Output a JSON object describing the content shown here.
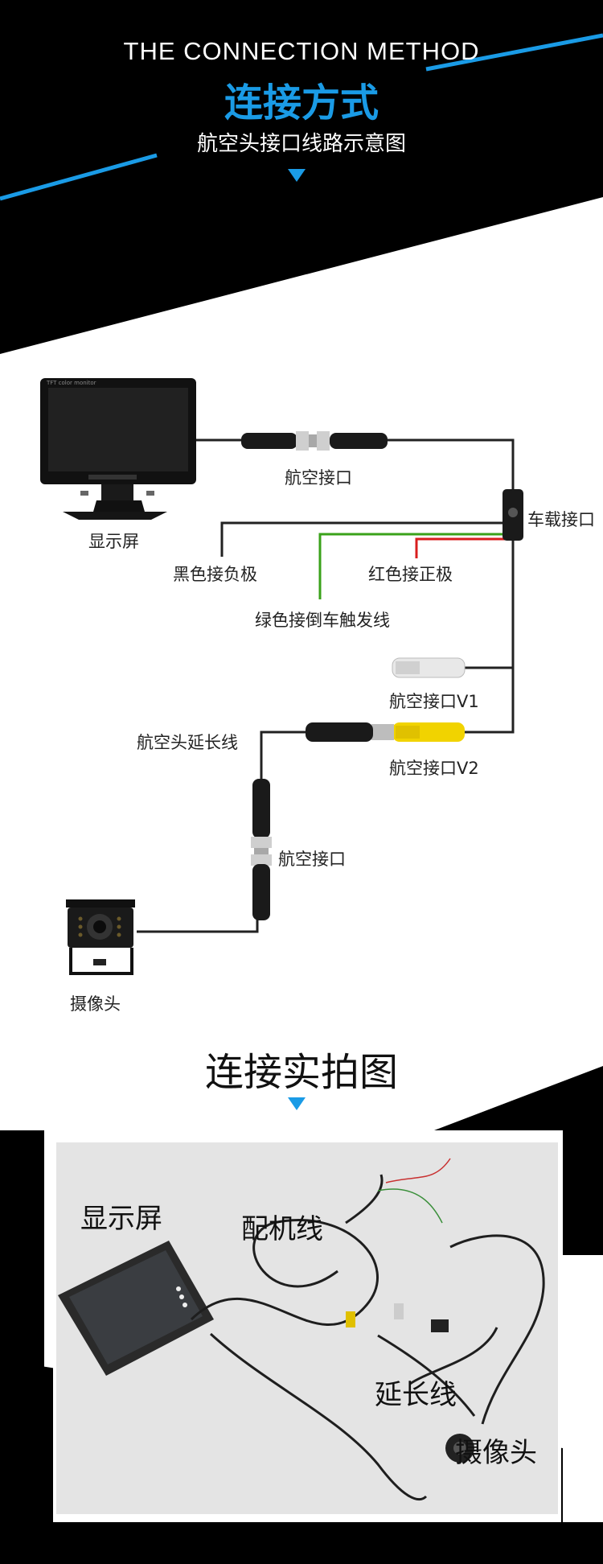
{
  "header": {
    "title_en": "THE CONNECTION METHOD",
    "title_cn": "连接方式",
    "subtitle": "航空头接口线路示意图"
  },
  "diagram": {
    "labels": {
      "monitor": "显示屏",
      "aviation_connector_top": "航空接口",
      "vehicle_interface": "车载接口",
      "black_negative": "黑色接负极",
      "red_positive": "红色接正极",
      "green_reverse": "绿色接倒车触发线",
      "connector_v1": "航空接口V1",
      "connector_v2": "航空接口V2",
      "extension_cable": "航空头延长线",
      "aviation_connector_bottom": "航空接口",
      "camera": "摄像头"
    },
    "monitor_brand": "TFT color monitor",
    "wire_colors": {
      "black": "#222222",
      "green": "#3aa21a",
      "red": "#d81e1e"
    }
  },
  "section2": {
    "title": "连接实拍图",
    "photo_labels": {
      "monitor": "显示屏",
      "matching_cable": "配机线",
      "extension": "延长线",
      "camera": "摄像头"
    }
  },
  "colors": {
    "accent": "#1a9be6",
    "dark": "#000000"
  }
}
